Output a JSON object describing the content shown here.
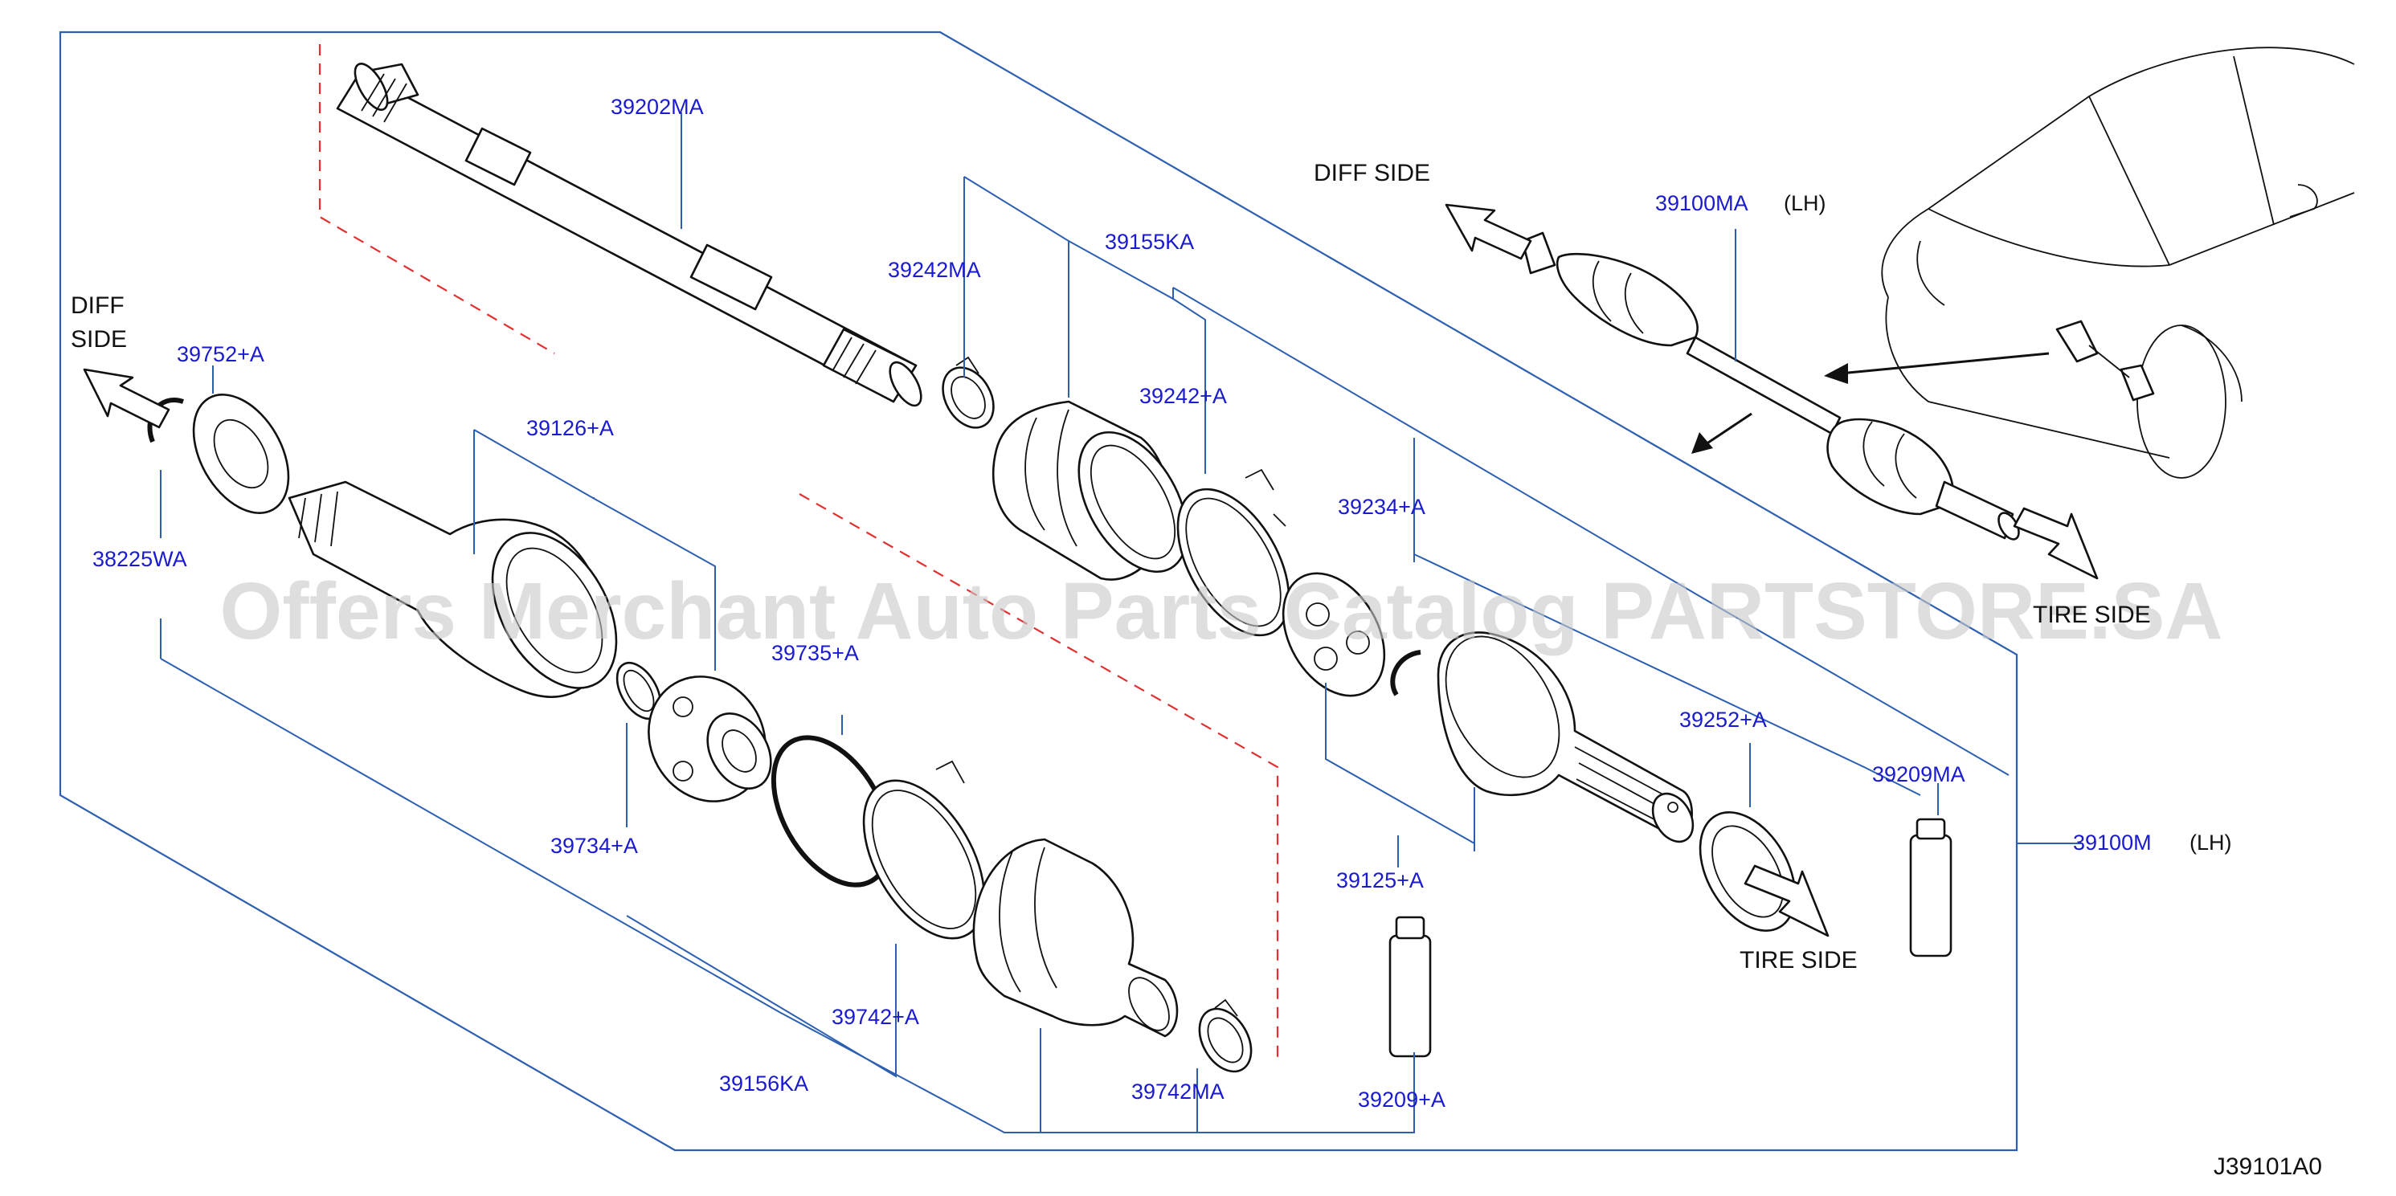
{
  "watermark": "Offers Merchant Auto Parts Catalog PARTSTORE.SA",
  "diagram_code": "J39101A0",
  "side_labels": {
    "diff_side_top": "DIFF   SIDE",
    "diff_side_left_1": "DIFF",
    "diff_side_left_2": "SIDE",
    "tire_side_top": "TIRE  SIDE",
    "tire_side_bottom": "TIRE   SIDE"
  },
  "callouts": {
    "p39202MA": "39202MA",
    "p39242MA": "39242MA",
    "p39155KA": "39155KA",
    "p39242A": "39242+A",
    "p39752A": "39752+A",
    "p39126A": "39126+A",
    "p38225WA": "38225WA",
    "p39234A": "39234+A",
    "p39735A": "39735+A",
    "p39734A": "39734+A",
    "p39252A": "39252+A",
    "p39209MA": "39209MA",
    "p39100M": "39100M",
    "p39100M_side": "(LH)",
    "p39125A": "39125+A",
    "p39742A": "39742+A",
    "p39156KA": "39156KA",
    "p39742MA": "39742MA",
    "p39209A": "39209+A",
    "p39100MA": "39100MA",
    "p39100MA_side": "(LH)"
  }
}
